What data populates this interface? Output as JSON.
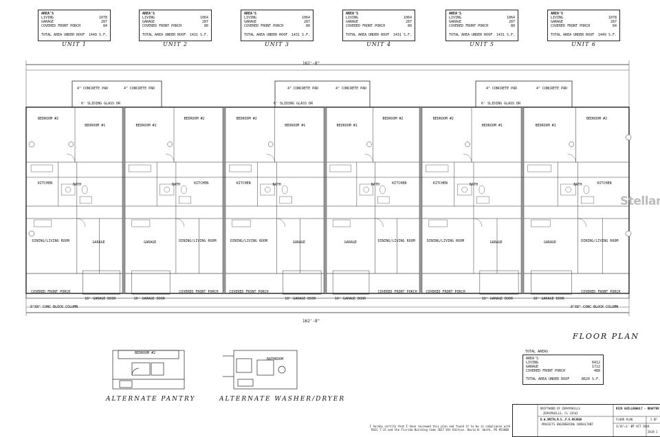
{
  "units": [
    {
      "header": "AREA'S",
      "rows": [
        [
          "LIVING",
          "1078"
        ],
        [
          "GARAGE",
          "287"
        ],
        [
          "COVERED FRONT PORCH",
          "84"
        ]
      ],
      "total_label": "TOTAL AREA UNDER ROOF",
      "total_value": "1449 S.F.",
      "name": "UNIT 1"
    },
    {
      "header": "AREA'S",
      "rows": [
        [
          "LIVING",
          "1064"
        ],
        [
          "GARAGE",
          "287"
        ],
        [
          "COVERED FRONT PORCH",
          "80"
        ]
      ],
      "total_label": "TOTAL AREA UNDER ROOF",
      "total_value": "1431 S.F.",
      "name": "UNIT 2"
    },
    {
      "header": "AREA'S",
      "rows": [
        [
          "LIVING",
          "1064"
        ],
        [
          "GARAGE",
          "287"
        ],
        [
          "COVERED FRONT PORCH",
          "80"
        ]
      ],
      "total_label": "TOTAL AREA UNDER ROOF",
      "total_value": "1431 S.F.",
      "name": "UNIT 3"
    },
    {
      "header": "AREA'S",
      "rows": [
        [
          "LIVING",
          "1064"
        ],
        [
          "GARAGE",
          "287"
        ],
        [
          "COVERED FRONT PORCH",
          "80"
        ]
      ],
      "total_label": "TOTAL AREA UNDER ROOF",
      "total_value": "1431 S.F.",
      "name": "UNIT 4"
    },
    {
      "header": "AREA'S",
      "rows": [
        [
          "LIVING",
          "1064"
        ],
        [
          "GARAGE",
          "287"
        ],
        [
          "COVERED FRONT PORCH",
          "80"
        ]
      ],
      "total_label": "TOTAL AREA UNDER ROOF",
      "total_value": "1431 S.F.",
      "name": "UNIT 5"
    },
    {
      "header": "AREA'S",
      "rows": [
        [
          "LIVING",
          "1078"
        ],
        [
          "GARAGE",
          "287"
        ],
        [
          "COVERED FRONT PORCH",
          "84"
        ]
      ],
      "total_label": "TOTAL AREA UNDER ROOF",
      "total_value": "1449 S.F.",
      "name": "UNIT 6"
    }
  ],
  "rooms": {
    "bedroom2": "BEDROOM #2",
    "bedroom1": "BEDROOM #1",
    "kitchen": "KITCHEN",
    "bath": "BATH",
    "dining": "DINING/LIVING ROOM",
    "garage": "GARAGE",
    "porch": "COVERED FRONT PORCH",
    "pad": "4\" CONCRETE PAD",
    "garage_door": "10' GARAGE DOOR",
    "slider": "6' SLIDING GLASS DR",
    "column": "8\"X8\" CONC BLOCK COLUMN"
  },
  "dims": {
    "top": "162'-8\"",
    "bottom": "162'-8\""
  },
  "floor_plan_title": "FLOOR PLAN",
  "alt_pantry": {
    "title": "ALTERNATE PANTRY",
    "room": "BEDROOM #2"
  },
  "alt_washer": {
    "title": "ALTERNATE WASHER/DRYER",
    "room": "BATHROOM"
  },
  "total_areas": {
    "caption": "TOTAL AREAS",
    "header": "AREA'S",
    "rows": [
      [
        "LIVING",
        "6412"
      ],
      [
        "GARAGE",
        "1722"
      ],
      [
        "COVERED FRONT PORCH",
        "488"
      ]
    ],
    "total_label": "TOTAL AREA UNDER ROOF",
    "total_value": "8620 S.F."
  },
  "cert_text": "I hereby certify that I have reviewed this plan and found it to be in compliance with RSCC 7-15 and the Florida Building Code 2017 6th Edition. David W. Smith, PE #53608",
  "title_block": {
    "project": "DRIFTWOOD OF ZEPHYRHILLS",
    "city": "ZEPHYRHILLS, FL  33542",
    "engineer": "D.W.SMITH,M.S.,P.E.#53608",
    "firm": "PROJECTS ENGINEERING CONSULTANT",
    "drafter": "RICK GUILLEBAULT - DRAFTER",
    "sheet_title": "FLOOR PLAN",
    "scale": "3/16\"=1'-0\"",
    "date": "27 OCT 2018",
    "sheet": "2 OF",
    "job": "2018-1"
  },
  "watermark": "Stellar"
}
